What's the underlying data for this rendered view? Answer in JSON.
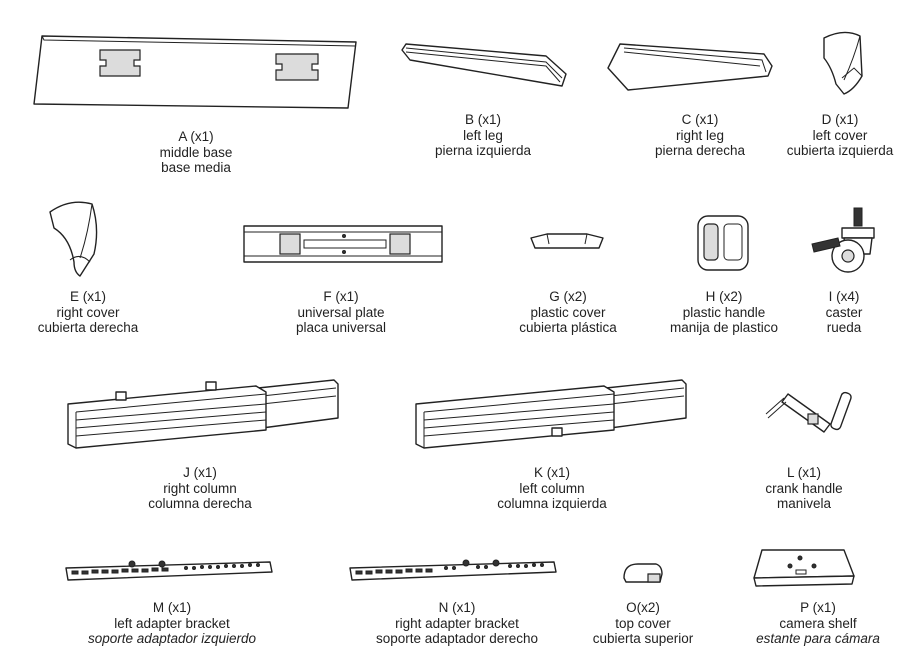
{
  "parts": [
    {
      "id": "A",
      "code": "A (x1)",
      "en": "middle base",
      "es": "base media"
    },
    {
      "id": "B",
      "code": "B (x1)",
      "en": "left leg",
      "es": "pierna izquierda"
    },
    {
      "id": "C",
      "code": "C (x1)",
      "en": "right leg",
      "es": "pierna derecha"
    },
    {
      "id": "D",
      "code": "D (x1)",
      "en": "left cover",
      "es": "cubierta izquierda"
    },
    {
      "id": "E",
      "code": "E (x1)",
      "en": "right cover",
      "es": "cubierta derecha"
    },
    {
      "id": "F",
      "code": "F (x1)",
      "en": "universal plate",
      "es": "placa universal"
    },
    {
      "id": "G",
      "code": "G (x2)",
      "en": "plastic cover",
      "es": "cubierta plástica"
    },
    {
      "id": "H",
      "code": "H (x2)",
      "en": "plastic handle",
      "es": "manija de plastico"
    },
    {
      "id": "I",
      "code": "I (x4)",
      "en": "caster",
      "es": "rueda"
    },
    {
      "id": "J",
      "code": "J (x1)",
      "en": "right column",
      "es": "columna derecha"
    },
    {
      "id": "K",
      "code": "K (x1)",
      "en": "left column",
      "es": "columna izquierda"
    },
    {
      "id": "L",
      "code": "L (x1)",
      "en": "crank handle",
      "es": "manivela"
    },
    {
      "id": "M",
      "code": "M (x1)",
      "en": "left adapter bracket",
      "es": "soporte adaptador izquierdo"
    },
    {
      "id": "N",
      "code": "N (x1)",
      "en": "right adapter bracket",
      "es": "soporte adaptador derecho"
    },
    {
      "id": "O",
      "code": "O(x2)",
      "en": "top cover",
      "es": "cubierta superior"
    },
    {
      "id": "P",
      "code": "P (x1)",
      "en": "camera shelf",
      "es": "estante para cámara"
    }
  ]
}
